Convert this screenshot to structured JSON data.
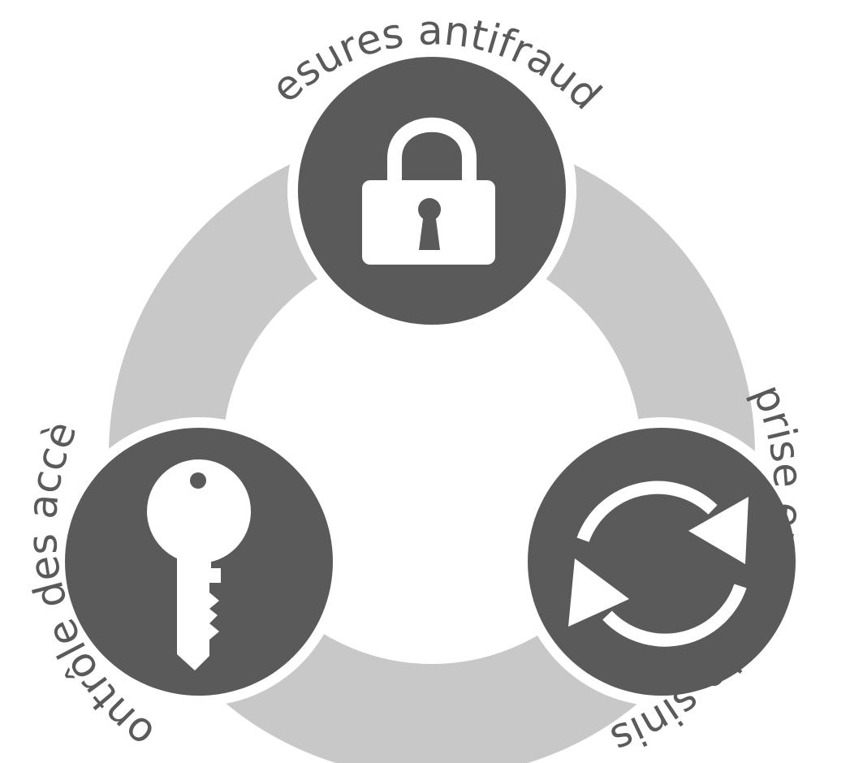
{
  "colors": {
    "ring": "#c8c8c8",
    "node": "#5a5a5a",
    "icon": "#ffffff",
    "text": "#5a5a5a",
    "background": "#ffffff"
  },
  "nodes": [
    {
      "label": "Mesures antifraude",
      "icon": "padlock-icon"
    },
    {
      "label": "Reprise en cas de sinistre",
      "icon": "refresh-arrows-icon"
    },
    {
      "label": "Contrôle des accès",
      "icon": "key-icon"
    }
  ]
}
